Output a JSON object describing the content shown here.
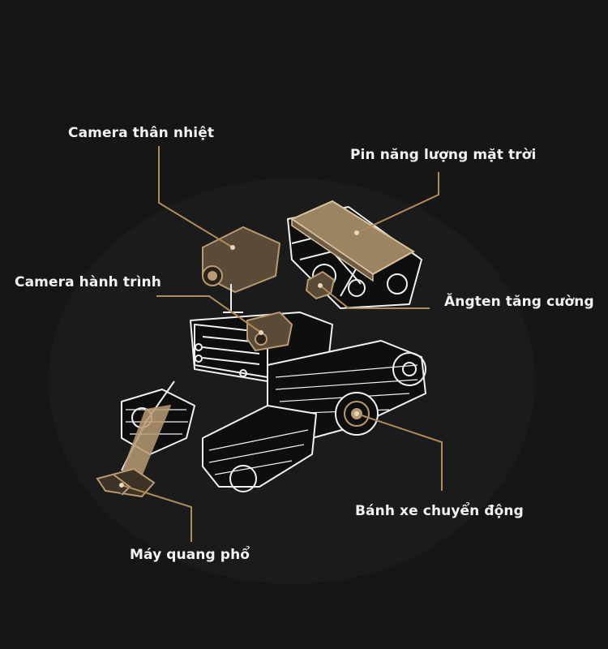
{
  "labels": {
    "thermal_camera": "Camera thân nhiệt",
    "solar_panel": "Pin năng lượng mặt trời",
    "dash_camera": "Camera hành trình",
    "booster_antenna": "Ăngten tăng cường",
    "drive_wheel": "Bánh xe chuyển động",
    "spectrometer": "Máy quang phổ"
  },
  "colors": {
    "background": "#161616",
    "outline": "#f0f0f0",
    "accent": "#b89a72",
    "leader_line": "#b08b5a"
  }
}
